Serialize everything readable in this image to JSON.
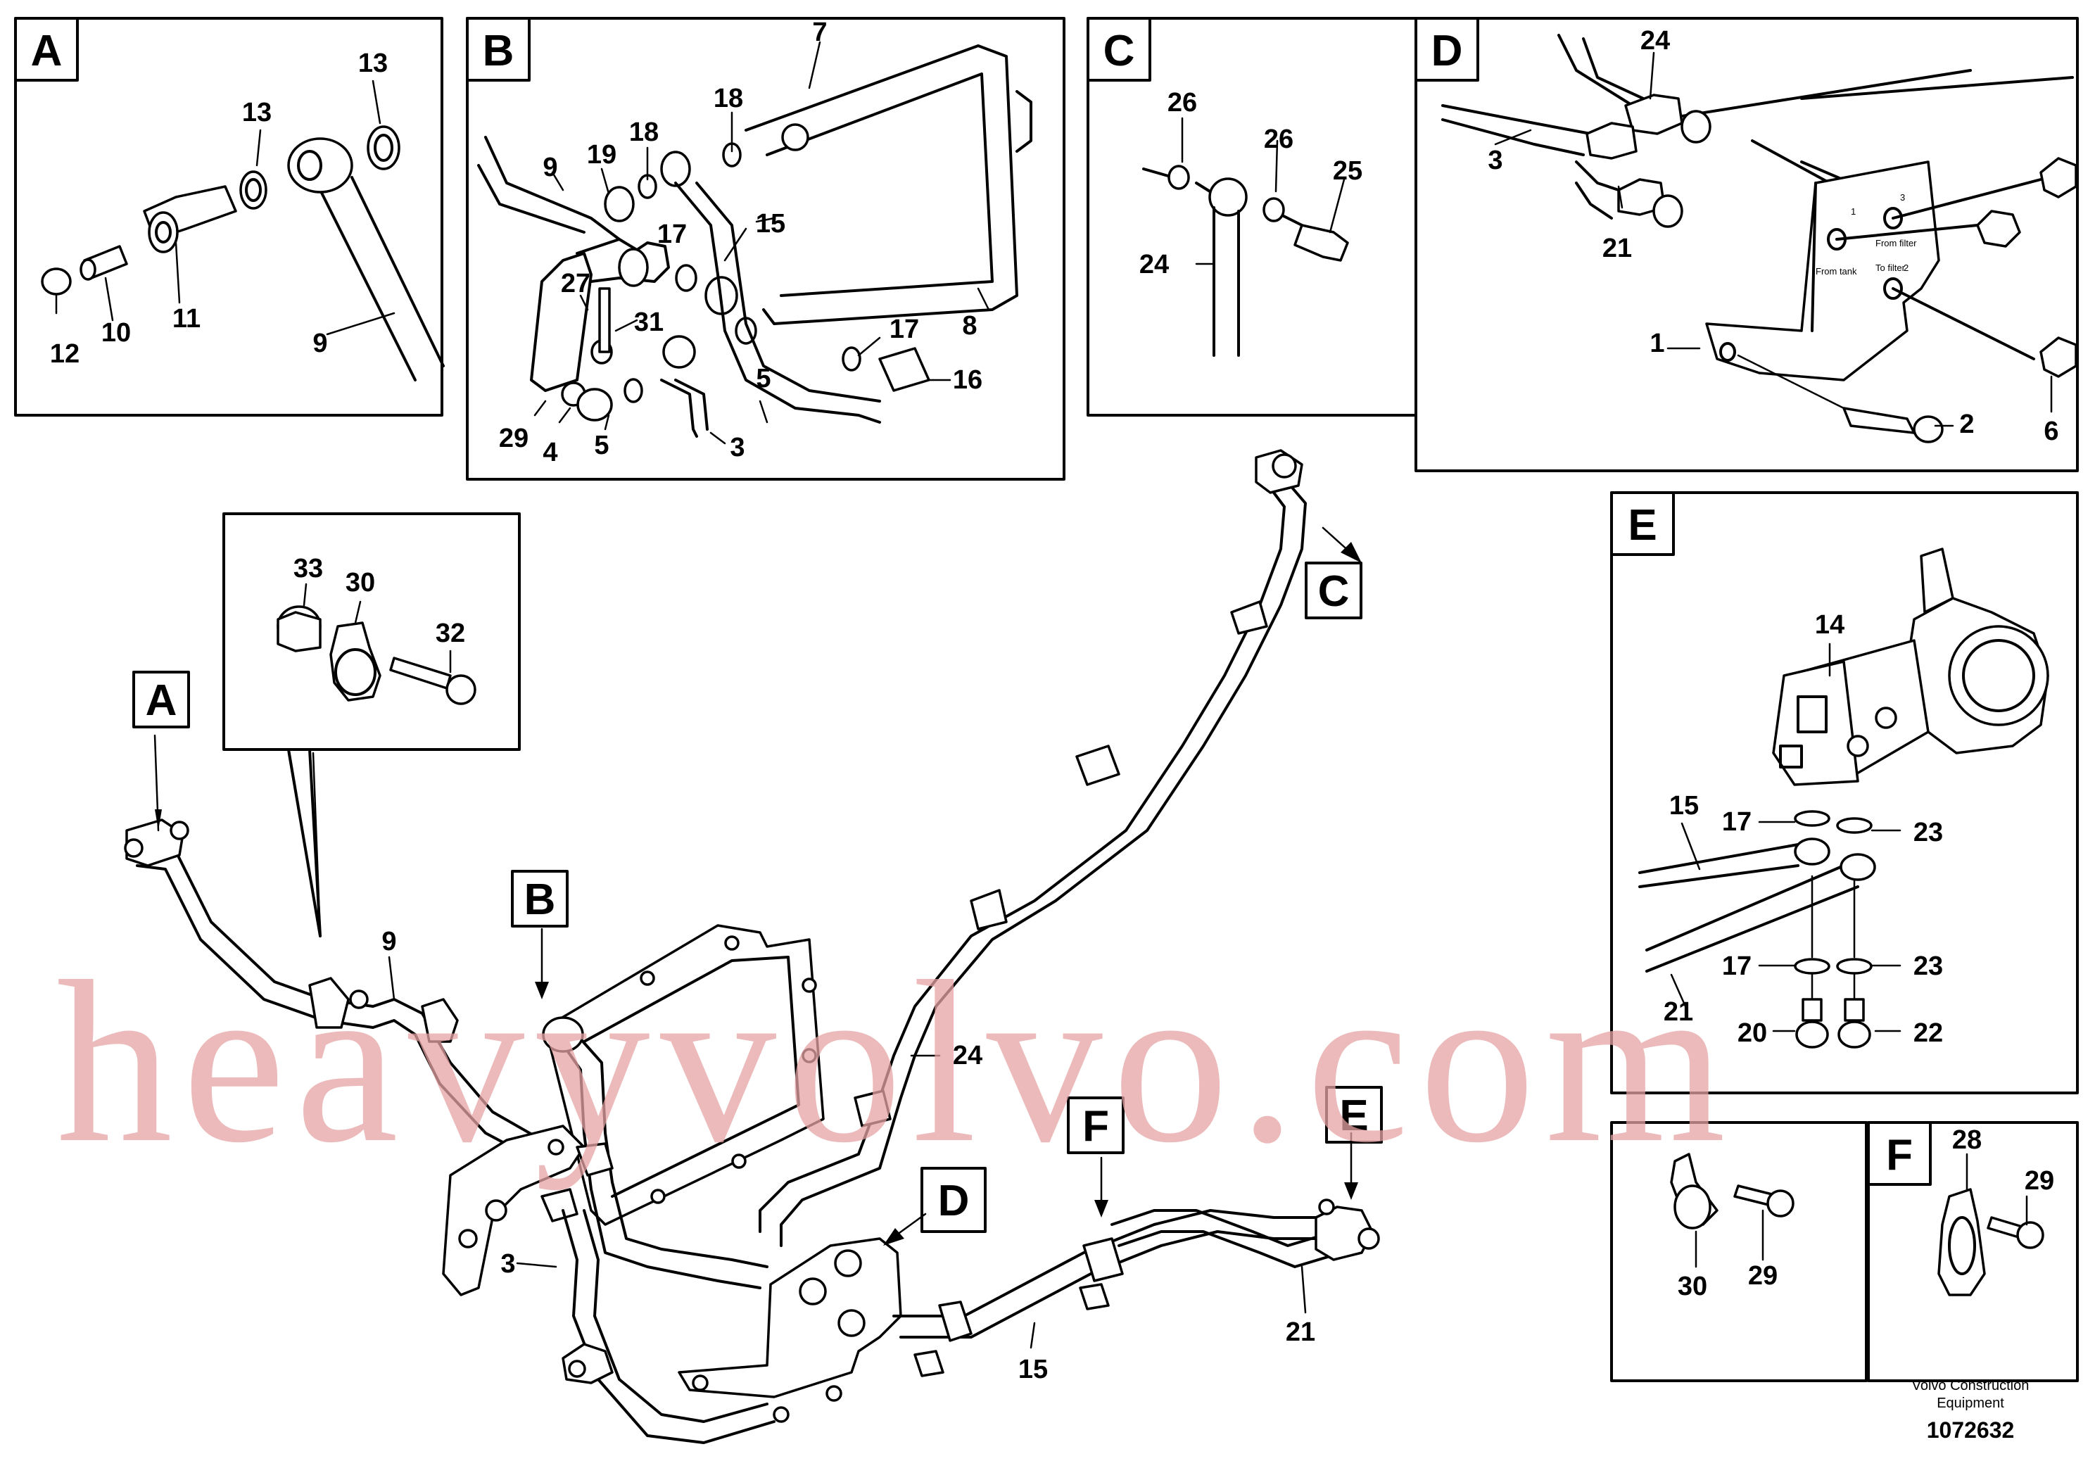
{
  "watermark": "heavyvolvo.com",
  "publisher_line1": "Volvo Construction",
  "publisher_line2": "Equipment",
  "figure_number": "1072632",
  "detail_labels": {
    "A": "A",
    "B": "B",
    "C": "C",
    "D": "D",
    "E": "E",
    "F": "F"
  },
  "callouts": {
    "A": [
      "13",
      "13",
      "12",
      "10",
      "11",
      "9"
    ],
    "B": [
      "7",
      "18",
      "9",
      "19",
      "18",
      "15",
      "17",
      "27",
      "31",
      "8",
      "17",
      "16",
      "29",
      "4",
      "5",
      "5",
      "3"
    ],
    "C": [
      "26",
      "26",
      "25",
      "24"
    ],
    "D": [
      "24",
      "3",
      "21",
      "1",
      "2",
      "6"
    ],
    "E": [
      "14",
      "15",
      "17",
      "23",
      "21",
      "17",
      "23",
      "20",
      "22"
    ],
    "F1": [
      "30",
      "29"
    ],
    "F2": [
      "28",
      "29"
    ],
    "clip": [
      "33",
      "30",
      "32"
    ],
    "main": [
      "9",
      "24",
      "3",
      "15",
      "21"
    ]
  },
  "plate_text": {
    "from_tank": "From tank",
    "from_filter": "From filter",
    "to_filter": "To filter",
    "n1": "1",
    "n2": "2",
    "n3": "3"
  }
}
